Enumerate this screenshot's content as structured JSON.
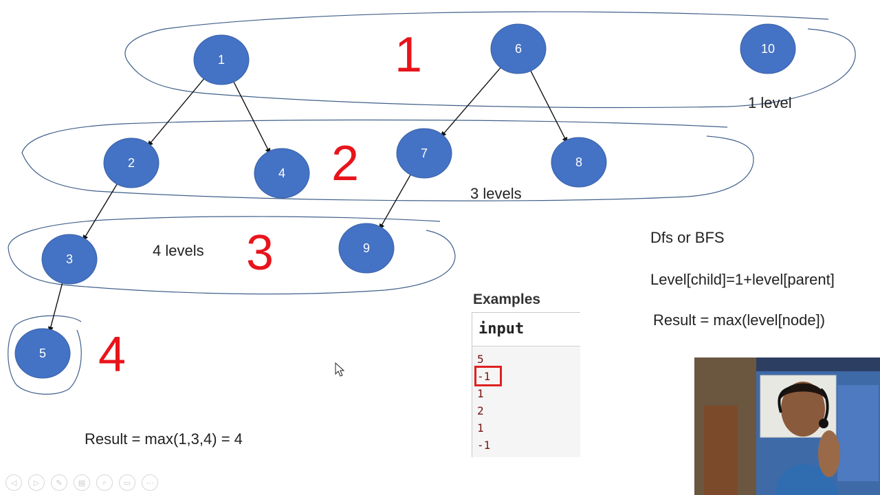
{
  "nodes": [
    {
      "id": "1",
      "label": "1"
    },
    {
      "id": "6",
      "label": "6"
    },
    {
      "id": "10",
      "label": "10"
    },
    {
      "id": "2",
      "label": "2"
    },
    {
      "id": "4",
      "label": "4"
    },
    {
      "id": "7",
      "label": "7"
    },
    {
      "id": "8",
      "label": "8"
    },
    {
      "id": "3",
      "label": "3"
    },
    {
      "id": "9",
      "label": "9"
    },
    {
      "id": "5",
      "label": "5"
    }
  ],
  "edges": [
    {
      "from": "1",
      "to": "2"
    },
    {
      "from": "1",
      "to": "4"
    },
    {
      "from": "6",
      "to": "7"
    },
    {
      "from": "6",
      "to": "8"
    },
    {
      "from": "2",
      "to": "3"
    },
    {
      "from": "7",
      "to": "9"
    },
    {
      "from": "3",
      "to": "5"
    }
  ],
  "level_numbers": [
    "1",
    "2",
    "3",
    "4"
  ],
  "annotations": {
    "one_level": "1 level",
    "three_levels": "3 levels",
    "four_levels": "4 levels",
    "result_example": "Result = max(1,3,4) = 4"
  },
  "notes": {
    "dfs_bfs": "Dfs or BFS",
    "recurrence": "Level[child]=1+level[parent]",
    "result_formula": "Result = max(level[node])"
  },
  "examples": {
    "title": "Examples",
    "header": "input",
    "lines": [
      "5",
      "-1",
      "1",
      "2",
      "1",
      "-1"
    ],
    "highlighted_index": 1
  },
  "colors": {
    "node_fill": "#4472c4",
    "level_number": "#e8141b",
    "outline": "#3f5f8a",
    "highlight": "#e02020"
  }
}
